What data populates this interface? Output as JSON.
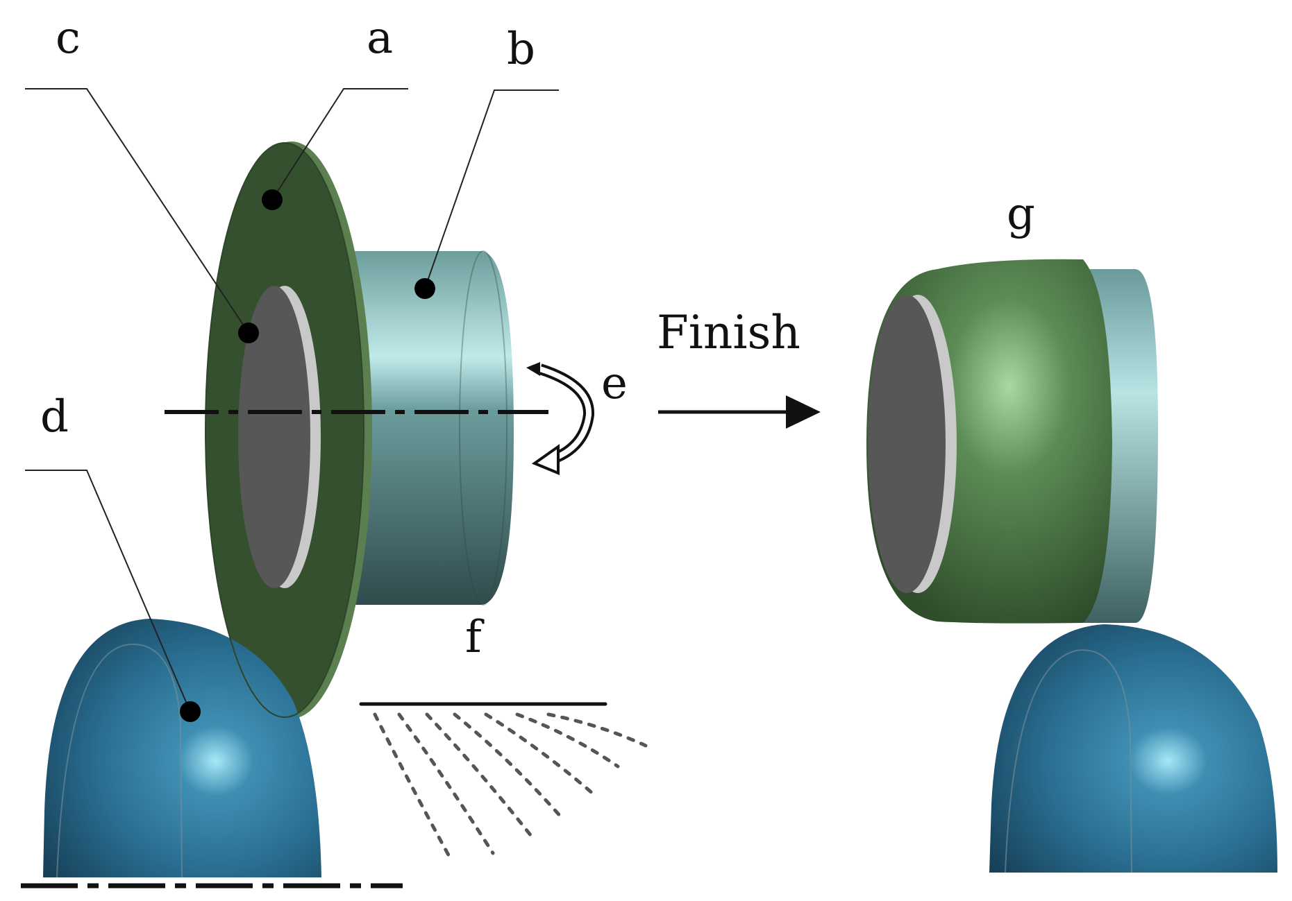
{
  "labels": {
    "a": "a",
    "b": "b",
    "c": "c",
    "d": "d",
    "e": "e",
    "f": "f",
    "g": "g",
    "finish": "Finish"
  },
  "colors": {
    "flange_green": "#34502f",
    "flange_edge": "#5c7f4f",
    "tube_teal": "#5a8c8c",
    "tube_highlight": "#bfeaea",
    "mandrel_gray": "#575757",
    "roller_blue": "#2a6f92",
    "roller_highlight": "#9de2f5",
    "formed_green": "#5a8a54",
    "formed_highlight": "#9fd49a",
    "line": "#111111"
  }
}
